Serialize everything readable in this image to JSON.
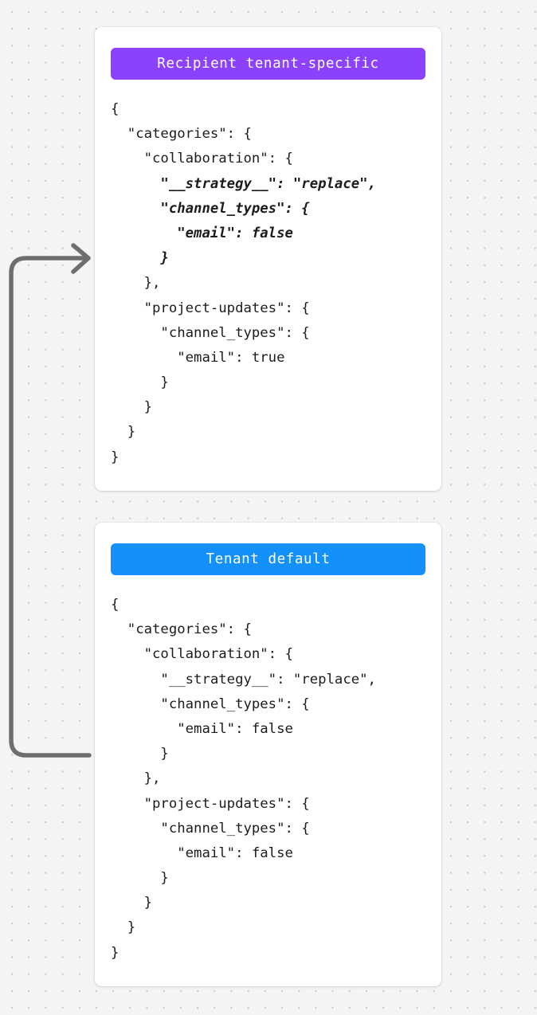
{
  "background": {
    "color": "#f4f4f4",
    "dot_color": "#c8c8c8",
    "pattern": "dot-grid"
  },
  "connector": {
    "name": "override-arrow",
    "color": "#6e6e6e",
    "direction": "tenant-default-to-recipient-tenant-specific",
    "arrowhead": "right"
  },
  "cards": [
    {
      "id": "recipient-tenant-specific",
      "badge": {
        "label": "Recipient tenant-specific",
        "background": "#8c42fd",
        "text_color": "#ffffff"
      },
      "code_lines": [
        {
          "text": "{",
          "highlight": false
        },
        {
          "text": "  \"categories\": {",
          "highlight": false
        },
        {
          "text": "    \"collaboration\": {",
          "highlight": false
        },
        {
          "text": "      \"__strategy__\": \"replace\",",
          "highlight": true
        },
        {
          "text": "      \"channel_types\": {",
          "highlight": true
        },
        {
          "text": "        \"email\": false",
          "highlight": true
        },
        {
          "text": "      }",
          "highlight": true
        },
        {
          "text": "    },",
          "highlight": false
        },
        {
          "text": "    \"project-updates\": {",
          "highlight": false
        },
        {
          "text": "      \"channel_types\": {",
          "highlight": false
        },
        {
          "text": "        \"email\": true",
          "highlight": false
        },
        {
          "text": "      }",
          "highlight": false
        },
        {
          "text": "    }",
          "highlight": false
        },
        {
          "text": "  }",
          "highlight": false
        },
        {
          "text": "}",
          "highlight": false
        }
      ]
    },
    {
      "id": "tenant-default",
      "badge": {
        "label": "Tenant default",
        "background": "#1490fa",
        "text_color": "#ffffff"
      },
      "code_lines": [
        {
          "text": "{",
          "highlight": false
        },
        {
          "text": "  \"categories\": {",
          "highlight": false
        },
        {
          "text": "    \"collaboration\": {",
          "highlight": false
        },
        {
          "text": "      \"__strategy__\": \"replace\",",
          "highlight": false
        },
        {
          "text": "      \"channel_types\": {",
          "highlight": false
        },
        {
          "text": "        \"email\": false",
          "highlight": false
        },
        {
          "text": "      }",
          "highlight": false
        },
        {
          "text": "    },",
          "highlight": false
        },
        {
          "text": "    \"project-updates\": {",
          "highlight": false
        },
        {
          "text": "      \"channel_types\": {",
          "highlight": false
        },
        {
          "text": "        \"email\": false",
          "highlight": false
        },
        {
          "text": "      }",
          "highlight": false
        },
        {
          "text": "    }",
          "highlight": false
        },
        {
          "text": "  }",
          "highlight": false
        },
        {
          "text": "}",
          "highlight": false
        }
      ]
    }
  ]
}
